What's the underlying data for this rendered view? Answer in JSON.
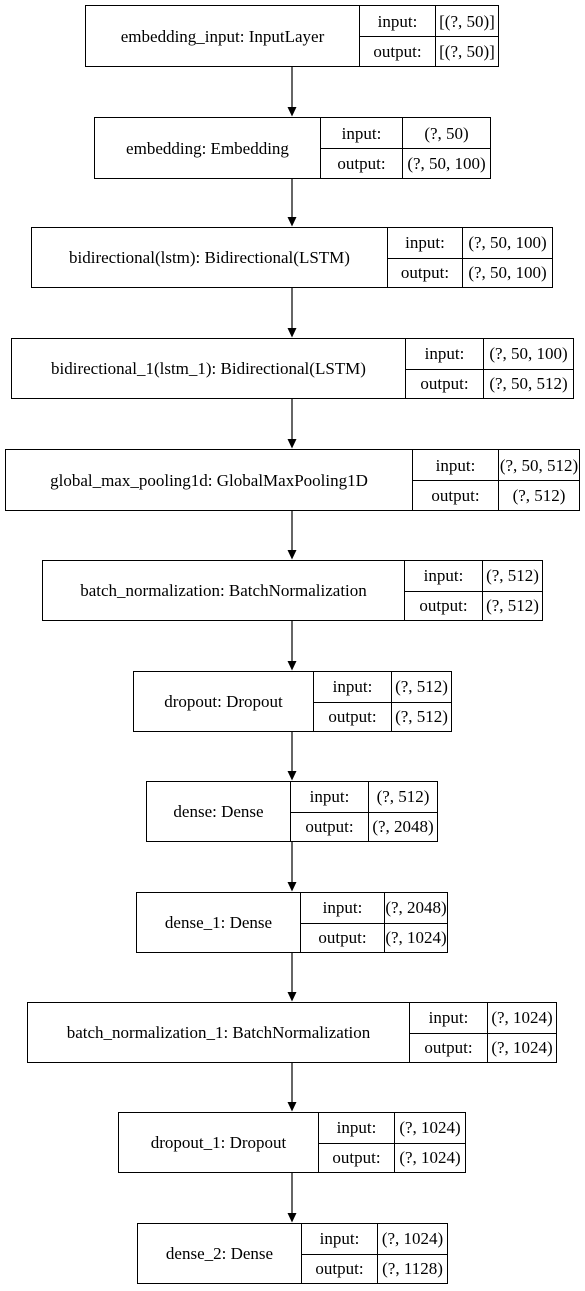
{
  "diagram": {
    "type": "keras-model-plot",
    "nodes": [
      {
        "name": "embedding_input: InputLayer",
        "input_label": "input:",
        "input_value": "[(?, 50)]",
        "output_label": "output:",
        "output_value": "[(?, 50)]"
      },
      {
        "name": "embedding: Embedding",
        "input_label": "input:",
        "input_value": "(?, 50)",
        "output_label": "output:",
        "output_value": "(?, 50, 100)"
      },
      {
        "name": "bidirectional(lstm): Bidirectional(LSTM)",
        "input_label": "input:",
        "input_value": "(?, 50, 100)",
        "output_label": "output:",
        "output_value": "(?, 50, 100)"
      },
      {
        "name": "bidirectional_1(lstm_1): Bidirectional(LSTM)",
        "input_label": "input:",
        "input_value": "(?, 50, 100)",
        "output_label": "output:",
        "output_value": "(?, 50, 512)"
      },
      {
        "name": "global_max_pooling1d: GlobalMaxPooling1D",
        "input_label": "input:",
        "input_value": "(?, 50, 512)",
        "output_label": "output:",
        "output_value": "(?, 512)"
      },
      {
        "name": "batch_normalization: BatchNormalization",
        "input_label": "input:",
        "input_value": "(?, 512)",
        "output_label": "output:",
        "output_value": "(?, 512)"
      },
      {
        "name": "dropout: Dropout",
        "input_label": "input:",
        "input_value": "(?, 512)",
        "output_label": "output:",
        "output_value": "(?, 512)"
      },
      {
        "name": "dense: Dense",
        "input_label": "input:",
        "input_value": "(?, 512)",
        "output_label": "output:",
        "output_value": "(?, 2048)"
      },
      {
        "name": "dense_1: Dense",
        "input_label": "input:",
        "input_value": "(?, 2048)",
        "output_label": "output:",
        "output_value": "(?, 1024)"
      },
      {
        "name": "batch_normalization_1: BatchNormalization",
        "input_label": "input:",
        "input_value": "(?, 1024)",
        "output_label": "output:",
        "output_value": "(?, 1024)"
      },
      {
        "name": "dropout_1: Dropout",
        "input_label": "input:",
        "input_value": "(?, 1024)",
        "output_label": "output:",
        "output_value": "(?, 1024)"
      },
      {
        "name": "dense_2: Dense",
        "input_label": "input:",
        "input_value": "(?, 1024)",
        "output_label": "output:",
        "output_value": "(?, 1128)"
      }
    ],
    "edges": [
      [
        0,
        1
      ],
      [
        1,
        2
      ],
      [
        2,
        3
      ],
      [
        3,
        4
      ],
      [
        4,
        5
      ],
      [
        5,
        6
      ],
      [
        6,
        7
      ],
      [
        7,
        8
      ],
      [
        8,
        9
      ],
      [
        9,
        10
      ],
      [
        10,
        11
      ]
    ],
    "colors": {
      "stroke": "#000000",
      "background": "#ffffff",
      "text": "#000000"
    }
  }
}
